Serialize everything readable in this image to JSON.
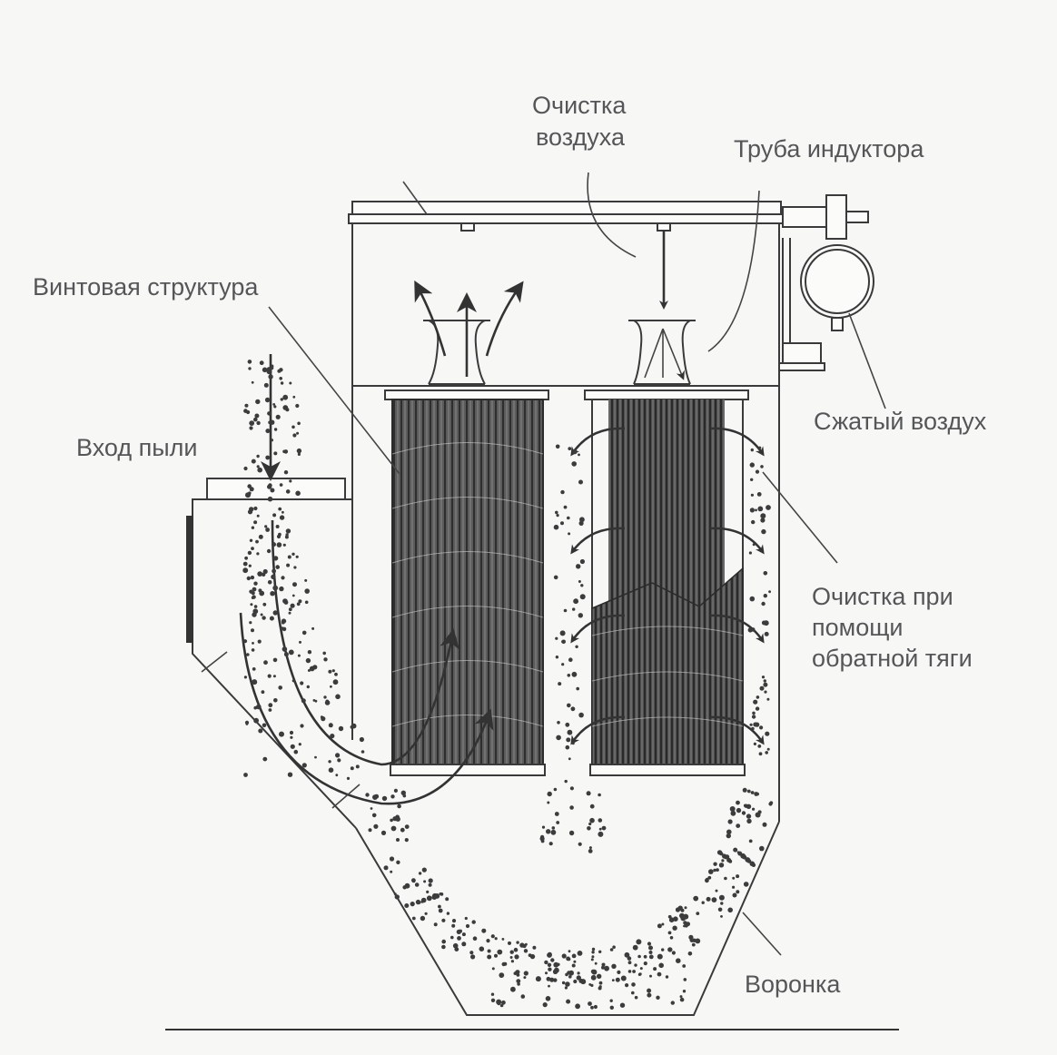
{
  "diagram": {
    "title": "Cartridge dust collector with pulse-jet cleaning",
    "labels": {
      "air_cleaning": [
        "Очистка",
        "воздуха"
      ],
      "inductor_pipe": "Труба индуктора",
      "screw_structure": "Винтовая структура",
      "compressed_air": "Сжатый воздух",
      "dust_inlet": "Вход пыли",
      "reverse_pulse_cleaning": [
        "Очистка при",
        "помощи",
        "обратной тяги"
      ],
      "hopper": "Воронка"
    },
    "colors": {
      "background": "#f7f7f6",
      "line": "#3a3a3a",
      "text": "#555657",
      "filter_fill": "#5a5a5a",
      "dust": "#3c3c3c"
    }
  }
}
